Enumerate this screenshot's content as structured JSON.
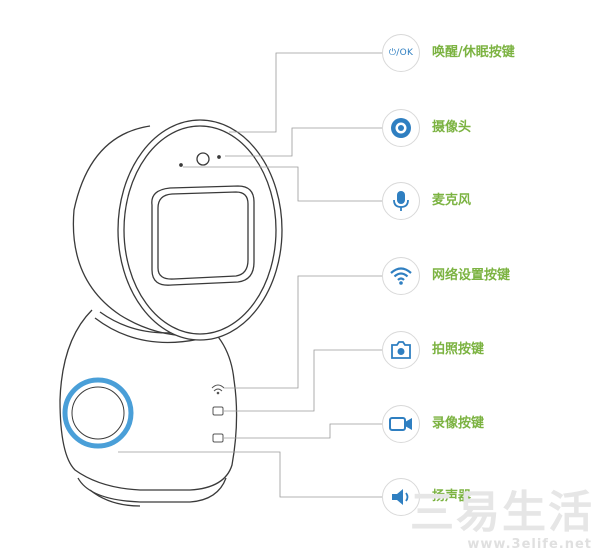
{
  "callouts": [
    {
      "id": "wake",
      "label": "唤醒/休眠按键",
      "icon": "power-ok-icon",
      "icon_text": "⏻/OK"
    },
    {
      "id": "camera",
      "label": "摄像头",
      "icon": "camera-lens-icon"
    },
    {
      "id": "mic",
      "label": "麦克风",
      "icon": "microphone-icon"
    },
    {
      "id": "wifi",
      "label": "网络设置按键",
      "icon": "wifi-icon"
    },
    {
      "id": "photo",
      "label": "拍照按键",
      "icon": "photo-camera-icon"
    },
    {
      "id": "video",
      "label": "录像按键",
      "icon": "video-camera-icon"
    },
    {
      "id": "speaker",
      "label": "扬声器",
      "icon": "speaker-icon"
    }
  ],
  "colors": {
    "label": "#7cb342",
    "icon": "#2f7fc1",
    "ring": "#4a9fd8",
    "line": "#9a9a9a"
  },
  "watermark": {
    "text": "三易生活",
    "url": "www.3elife.net"
  }
}
